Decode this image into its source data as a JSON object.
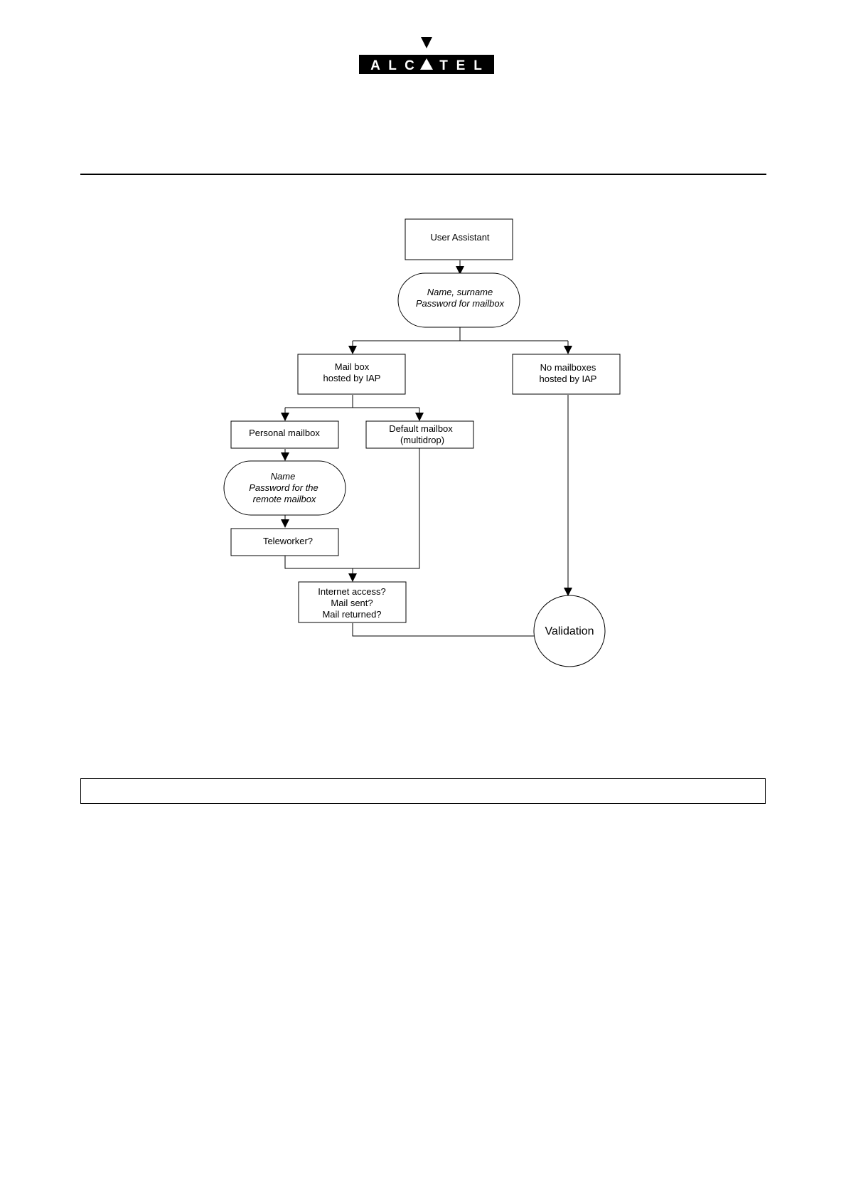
{
  "logo": {
    "letters": [
      "A",
      "L",
      "C",
      "T",
      "E",
      "L"
    ],
    "colors": {
      "fill": "#000000",
      "text": "#ffffff"
    }
  },
  "diagram": {
    "nodes": {
      "user_assistant": {
        "lines": [
          "User Assistant"
        ]
      },
      "name_password": {
        "lines": [
          "Name, surname",
          "Password for mailbox"
        ]
      },
      "mailbox_iap": {
        "lines": [
          "Mail box",
          "hosted by IAP"
        ]
      },
      "no_mailboxes": {
        "lines": [
          "No mailboxes",
          "hosted by IAP"
        ]
      },
      "personal_mailbox": {
        "lines": [
          "Personal mailbox"
        ]
      },
      "default_mailbox": {
        "lines": [
          "Default mailbox",
          "(multidrop)"
        ]
      },
      "remote_credentials": {
        "lines": [
          "Name",
          "Password for the",
          "remote mailbox"
        ]
      },
      "teleworker": {
        "lines": [
          "Teleworker?"
        ]
      },
      "internet_access": {
        "lines": [
          "Internet access?",
          "Mail sent?",
          "Mail returned?"
        ]
      },
      "validation": {
        "lines": [
          "Validation"
        ]
      }
    }
  }
}
